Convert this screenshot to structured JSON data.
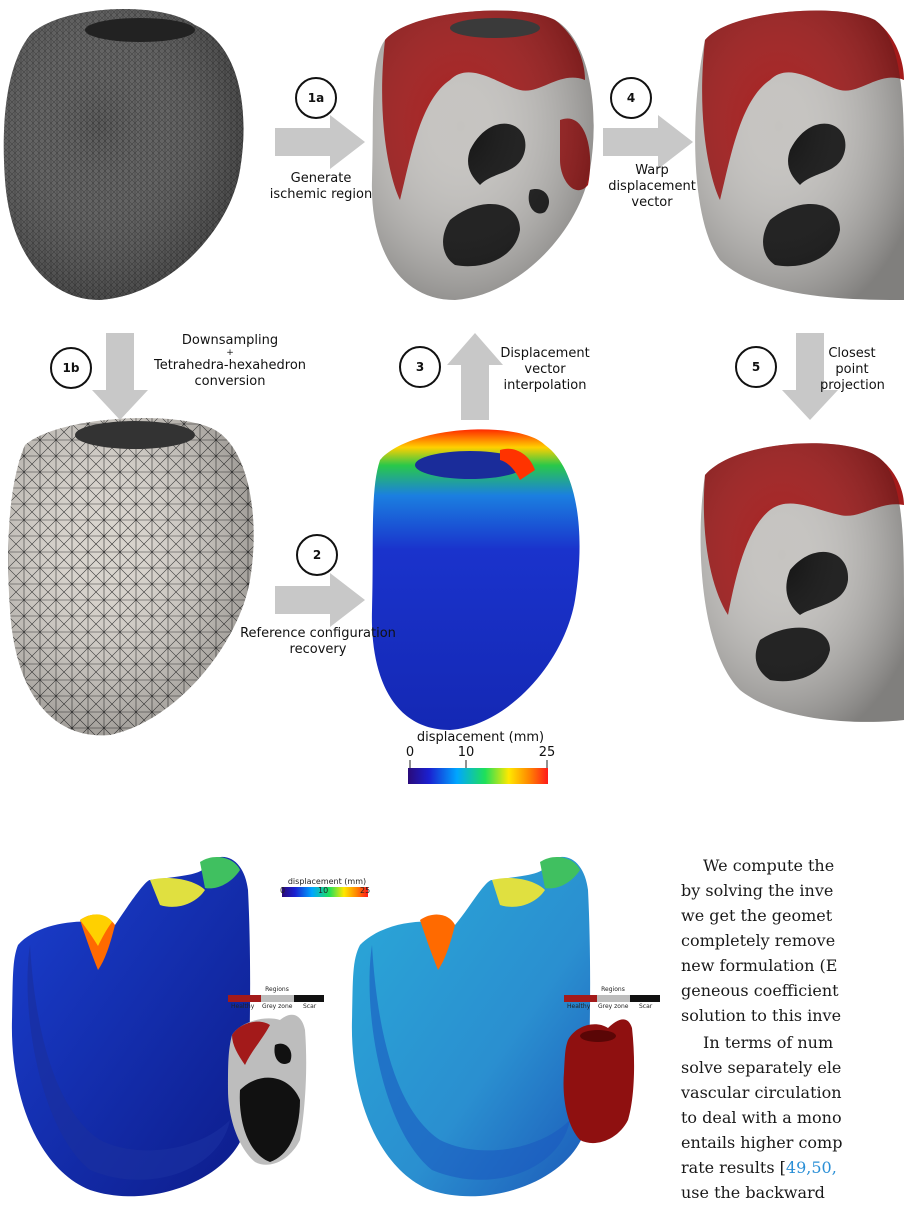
{
  "figure_top": {
    "steps": {
      "s1a": {
        "num": "1a",
        "label_lines": [
          "Generate",
          "ischemic region"
        ]
      },
      "s1b": {
        "num": "1b",
        "label_lines": [
          "Downsampling",
          "+",
          "Tetrahedra-hexahedron",
          "conversion"
        ]
      },
      "s2": {
        "num": "2",
        "label_lines": [
          "Reference configuration",
          "recovery"
        ]
      },
      "s3": {
        "num": "3",
        "label_lines": [
          "Displacement",
          "vector",
          "interpolation"
        ]
      },
      "s4": {
        "num": "4",
        "label_lines": [
          "Warp",
          "displacement",
          "vector"
        ]
      },
      "s5": {
        "num": "5",
        "label_lines": [
          "Closest",
          "point",
          "projection"
        ]
      }
    },
    "colorbar": {
      "title": "displacement (mm)",
      "ticks": [
        "0",
        "10",
        "25"
      ]
    },
    "colors": {
      "arrow": "#c8c8c8",
      "healthy": "#a31a1a",
      "grey_zone": "#bdbdbd",
      "scar": "#111111"
    }
  },
  "figure_bottom": {
    "colorbar": {
      "title": "displacement (mm)",
      "ticks": [
        "0",
        "10",
        "25"
      ]
    },
    "legend_left": {
      "title": "Regions",
      "items": [
        "Healthy",
        "Grey zone",
        "Scar"
      ]
    },
    "legend_right": {
      "title": "Regions",
      "items": [
        "Healthy",
        "Grey zone",
        "Scar"
      ]
    }
  },
  "text": {
    "p1_lines": [
      "We compute the",
      "by solving the inve",
      "we get the geomet",
      "completely remove",
      "new formulation (E",
      "geneous coefficient",
      "solution to this inve"
    ],
    "p2_lines": [
      "In terms of num",
      "solve separately ele",
      "vascular circulation",
      "to deal with a mono",
      "entails higher comp"
    ],
    "p2_line6_pre": "rate results [",
    "p2_line6_cite": "49,50,",
    "p2_line7": "use the backward"
  }
}
